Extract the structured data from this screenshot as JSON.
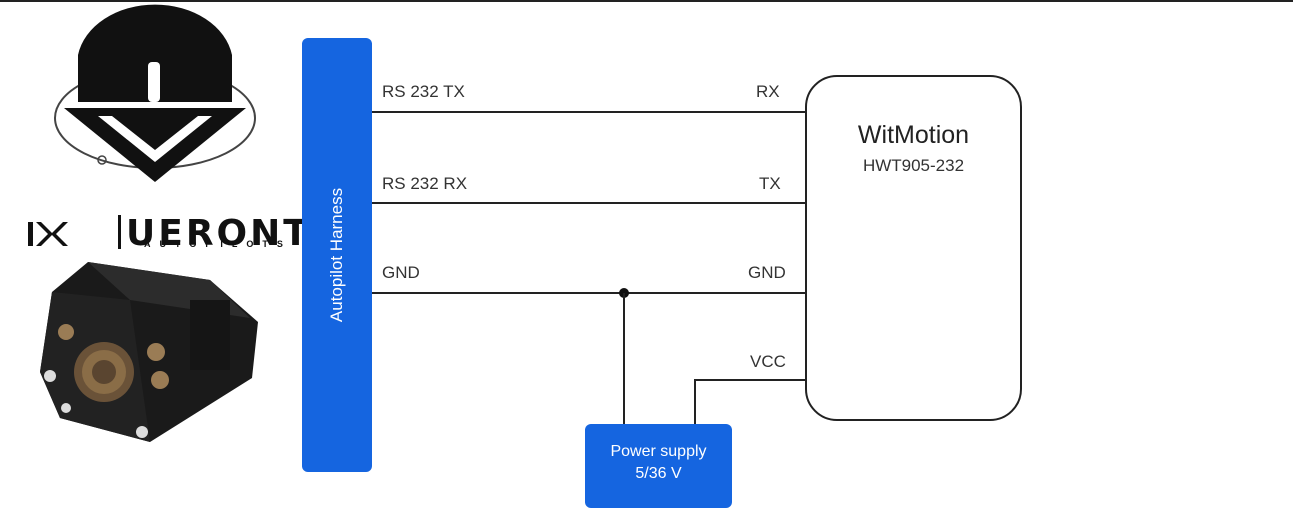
{
  "harness": {
    "label": "Autopilot Harness"
  },
  "sensor": {
    "title": "WitMotion",
    "model": "HWT905-232"
  },
  "power_supply": {
    "line1": "Power supply",
    "line2": "5/36 V"
  },
  "wires": {
    "left": [
      "RS 232  TX",
      "RS 232  RX",
      "GND"
    ],
    "right": [
      "RX",
      "TX",
      "GND",
      "VCC"
    ]
  },
  "logo": {
    "brand": "UERONTE",
    "sub": "AUTOPILOTS"
  },
  "colors": {
    "accent": "#1565e0",
    "line": "#222222"
  },
  "icons": [
    "veronte-helmet-logo-icon",
    "veronte-mark-icon",
    "autopilot-device-image",
    "chip-icon"
  ]
}
